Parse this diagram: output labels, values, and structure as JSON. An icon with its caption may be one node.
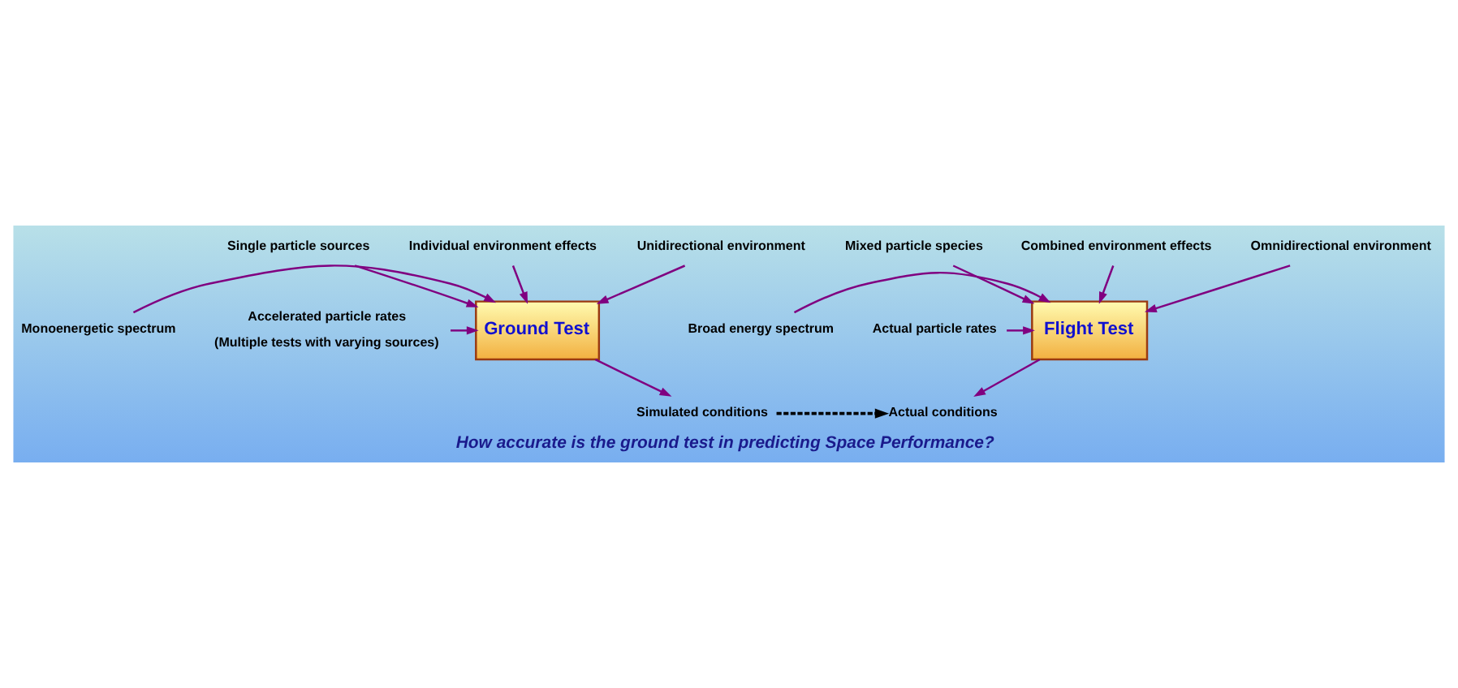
{
  "diagram": {
    "caption": "How accurate is the ground test in predicting Space Performance?",
    "nodes": [
      {
        "text": [
          "Flight Test"
        ]
      },
      {
        "text": [
          "Mixed particle species"
        ]
      },
      {
        "text": [
          "Combined environment effects"
        ]
      },
      {
        "text": [
          "Omnidirectional environment"
        ]
      },
      {
        "text": [
          "Broad energy spectrum"
        ]
      },
      {
        "text": [
          "Actual particle rates"
        ]
      },
      {
        "text": [
          "Actual conditions"
        ]
      },
      {
        "text": [
          "Ground Test"
        ]
      },
      {
        "text": [
          "Single particle sources"
        ]
      },
      {
        "text": [
          "Individual environment effects"
        ]
      },
      {
        "text": [
          "Unidirectional environment"
        ]
      },
      {
        "text": [
          "Monoenergetic spectrum"
        ]
      },
      {
        "text": [
          "Accelerated particle rates"
        ],
        "beside": [
          "(Multiple tests with varying sources)"
        ]
      },
      {
        "text": [
          "Simulated conditions"
        ]
      }
    ],
    "edges": [
      {
        "from": 1,
        "to": 0,
        "arrow": "to"
      },
      {
        "from": 2,
        "to": 0,
        "arrow": "to"
      },
      {
        "from": 3,
        "to": 0,
        "arrow": "to"
      },
      {
        "from": 4,
        "to": 0,
        "arrow": "to"
      },
      {
        "from": 5,
        "to": 0,
        "arrow": "to"
      },
      {
        "from": 0,
        "to": 6,
        "arrow": "to"
      },
      {
        "from": 8,
        "to": 7,
        "arrow": "to"
      },
      {
        "from": 9,
        "to": 7,
        "arrow": "to"
      },
      {
        "from": 10,
        "to": 7,
        "arrow": "to"
      },
      {
        "from": 11,
        "to": 7,
        "arrow": "to"
      },
      {
        "from": 12,
        "to": 7,
        "arrow": "to"
      },
      {
        "from": 7,
        "to": 13,
        "arrow": "to"
      },
      {
        "from": 13,
        "to": 6,
        "arrow": "to",
        "style": "dashed",
        "color": "#000000"
      }
    ]
  }
}
